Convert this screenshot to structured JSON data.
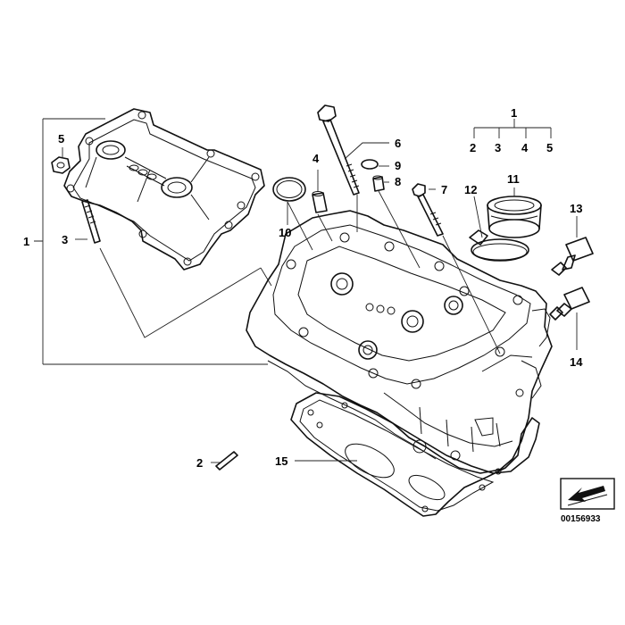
{
  "callouts": {
    "n1_group": "1",
    "n2_group": "2",
    "n3_group": "3",
    "n4_group": "4",
    "n5_group": "5",
    "n1": "1",
    "n2": "2",
    "n3": "3",
    "n4": "4",
    "n5": "5",
    "n6": "6",
    "n7": "7",
    "n8": "8",
    "n9": "9",
    "n10": "10",
    "n11": "11",
    "n12": "12",
    "n13": "13",
    "n14": "14",
    "n15": "15"
  },
  "diagram_code": "00156933",
  "icons": {
    "view_direction": "view-direction-arrow-icon"
  }
}
